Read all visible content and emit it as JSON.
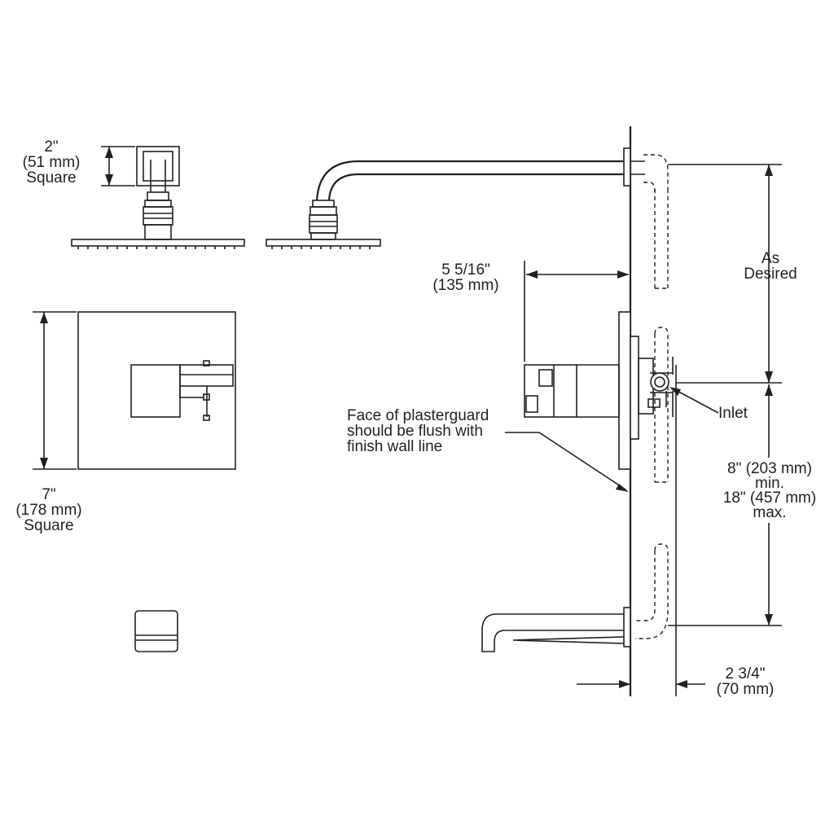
{
  "labels": {
    "arm_size": [
      "2\"",
      "(51 mm)",
      "Square"
    ],
    "trim_size": [
      "7\"",
      "(178 mm)",
      "Square"
    ],
    "projection": [
      "5 5/16\"",
      "(135 mm)"
    ],
    "as_desired": [
      "As",
      "Desired"
    ],
    "plasterguard_note": [
      "Face of plasterguard",
      "should be flush with",
      "finish wall line"
    ],
    "inlet": "Inlet",
    "spout_height": [
      "8\" (203 mm)",
      "min.",
      "18\" (457 mm)",
      "max."
    ],
    "wall_depth": [
      "2 3/4\"",
      "(70 mm)"
    ]
  }
}
